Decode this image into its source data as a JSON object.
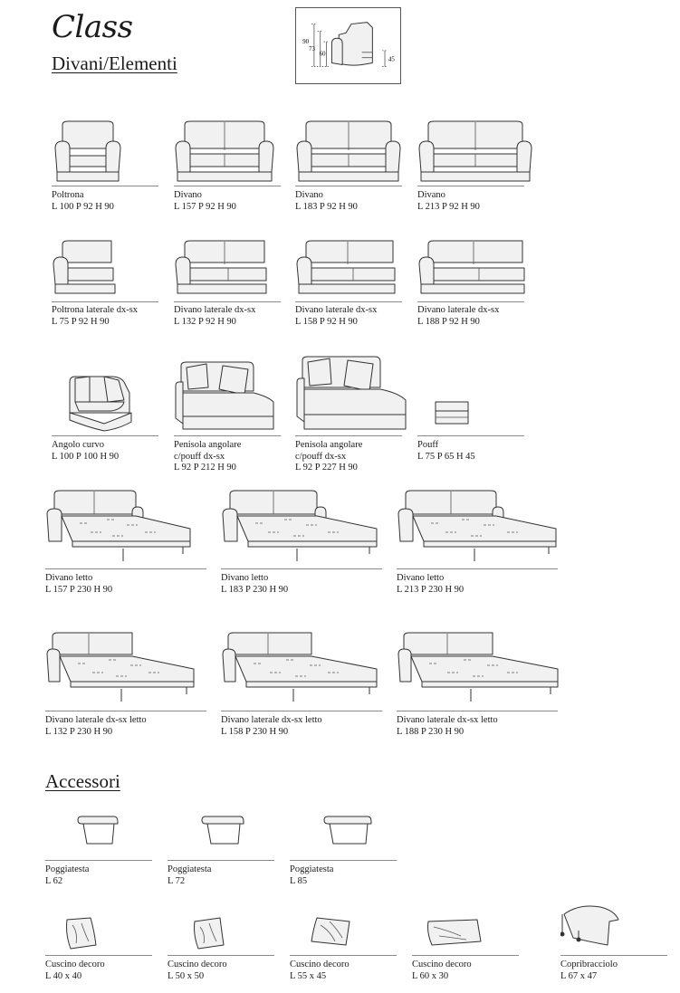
{
  "header": {
    "brand": "Class",
    "section_sofas": "Divani/Elementi",
    "section_accessories": "Accessori",
    "dims": {
      "d90": "90",
      "d73": "73",
      "d60": "60",
      "d45": "45"
    }
  },
  "sofas": [
    {
      "name": "Poltrona",
      "dims": "L 100 P 92 H 90"
    },
    {
      "name": "Divano",
      "dims": "L 157 P 92 H 90"
    },
    {
      "name": "Divano",
      "dims": "L 183 P 92 H 90"
    },
    {
      "name": "Divano",
      "dims": "L 213 P 92 H 90"
    },
    {
      "name": "Poltrona laterale dx-sx",
      "dims": "L 75 P 92 H 90"
    },
    {
      "name": "Divano laterale dx-sx",
      "dims": "L 132 P 92 H 90"
    },
    {
      "name": "Divano laterale dx-sx",
      "dims": "L 158 P 92 H 90"
    },
    {
      "name": "Divano laterale dx-sx",
      "dims": "L 188 P 92 H 90"
    },
    {
      "name": "Angolo curvo",
      "dims": "L 100 P 100 H 90"
    },
    {
      "name": "Penisola angolare",
      "name2": "c/pouff dx-sx",
      "dims": "L 92 P 212 H 90"
    },
    {
      "name": "Penisola angolare",
      "name2": "c/pouff dx-sx",
      "dims": "L 92 P 227 H 90"
    },
    {
      "name": "Pouff",
      "dims": "L 75 P 65 H 45"
    }
  ],
  "beds": [
    {
      "name": "Divano letto",
      "dims": "L 157 P 230 H 90"
    },
    {
      "name": "Divano letto",
      "dims": "L 183 P 230 H 90"
    },
    {
      "name": "Divano letto",
      "dims": "L 213 P 230 H 90"
    },
    {
      "name": "Divano laterale dx-sx letto",
      "dims": "L 132 P 230 H 90"
    },
    {
      "name": "Divano laterale dx-sx letto",
      "dims": "L 158 P 230 H 90"
    },
    {
      "name": "Divano laterale dx-sx letto",
      "dims": "L 188 P 230 H 90"
    }
  ],
  "accessories": [
    {
      "name": "Poggiatesta",
      "dims": "L 62"
    },
    {
      "name": "Poggiatesta",
      "dims": "L 72"
    },
    {
      "name": "Poggiatesta",
      "dims": "L 85"
    },
    {
      "name": "Cuscino decoro",
      "dims": "L 40 x 40"
    },
    {
      "name": "Cuscino decoro",
      "dims": "L 50 x 50"
    },
    {
      "name": "Cuscino decoro",
      "dims": "L 55 x 45"
    },
    {
      "name": "Cuscino decoro",
      "dims": "L 60 x 30"
    },
    {
      "name": "Copribracciolo",
      "dims": "L 67 x 47"
    }
  ]
}
